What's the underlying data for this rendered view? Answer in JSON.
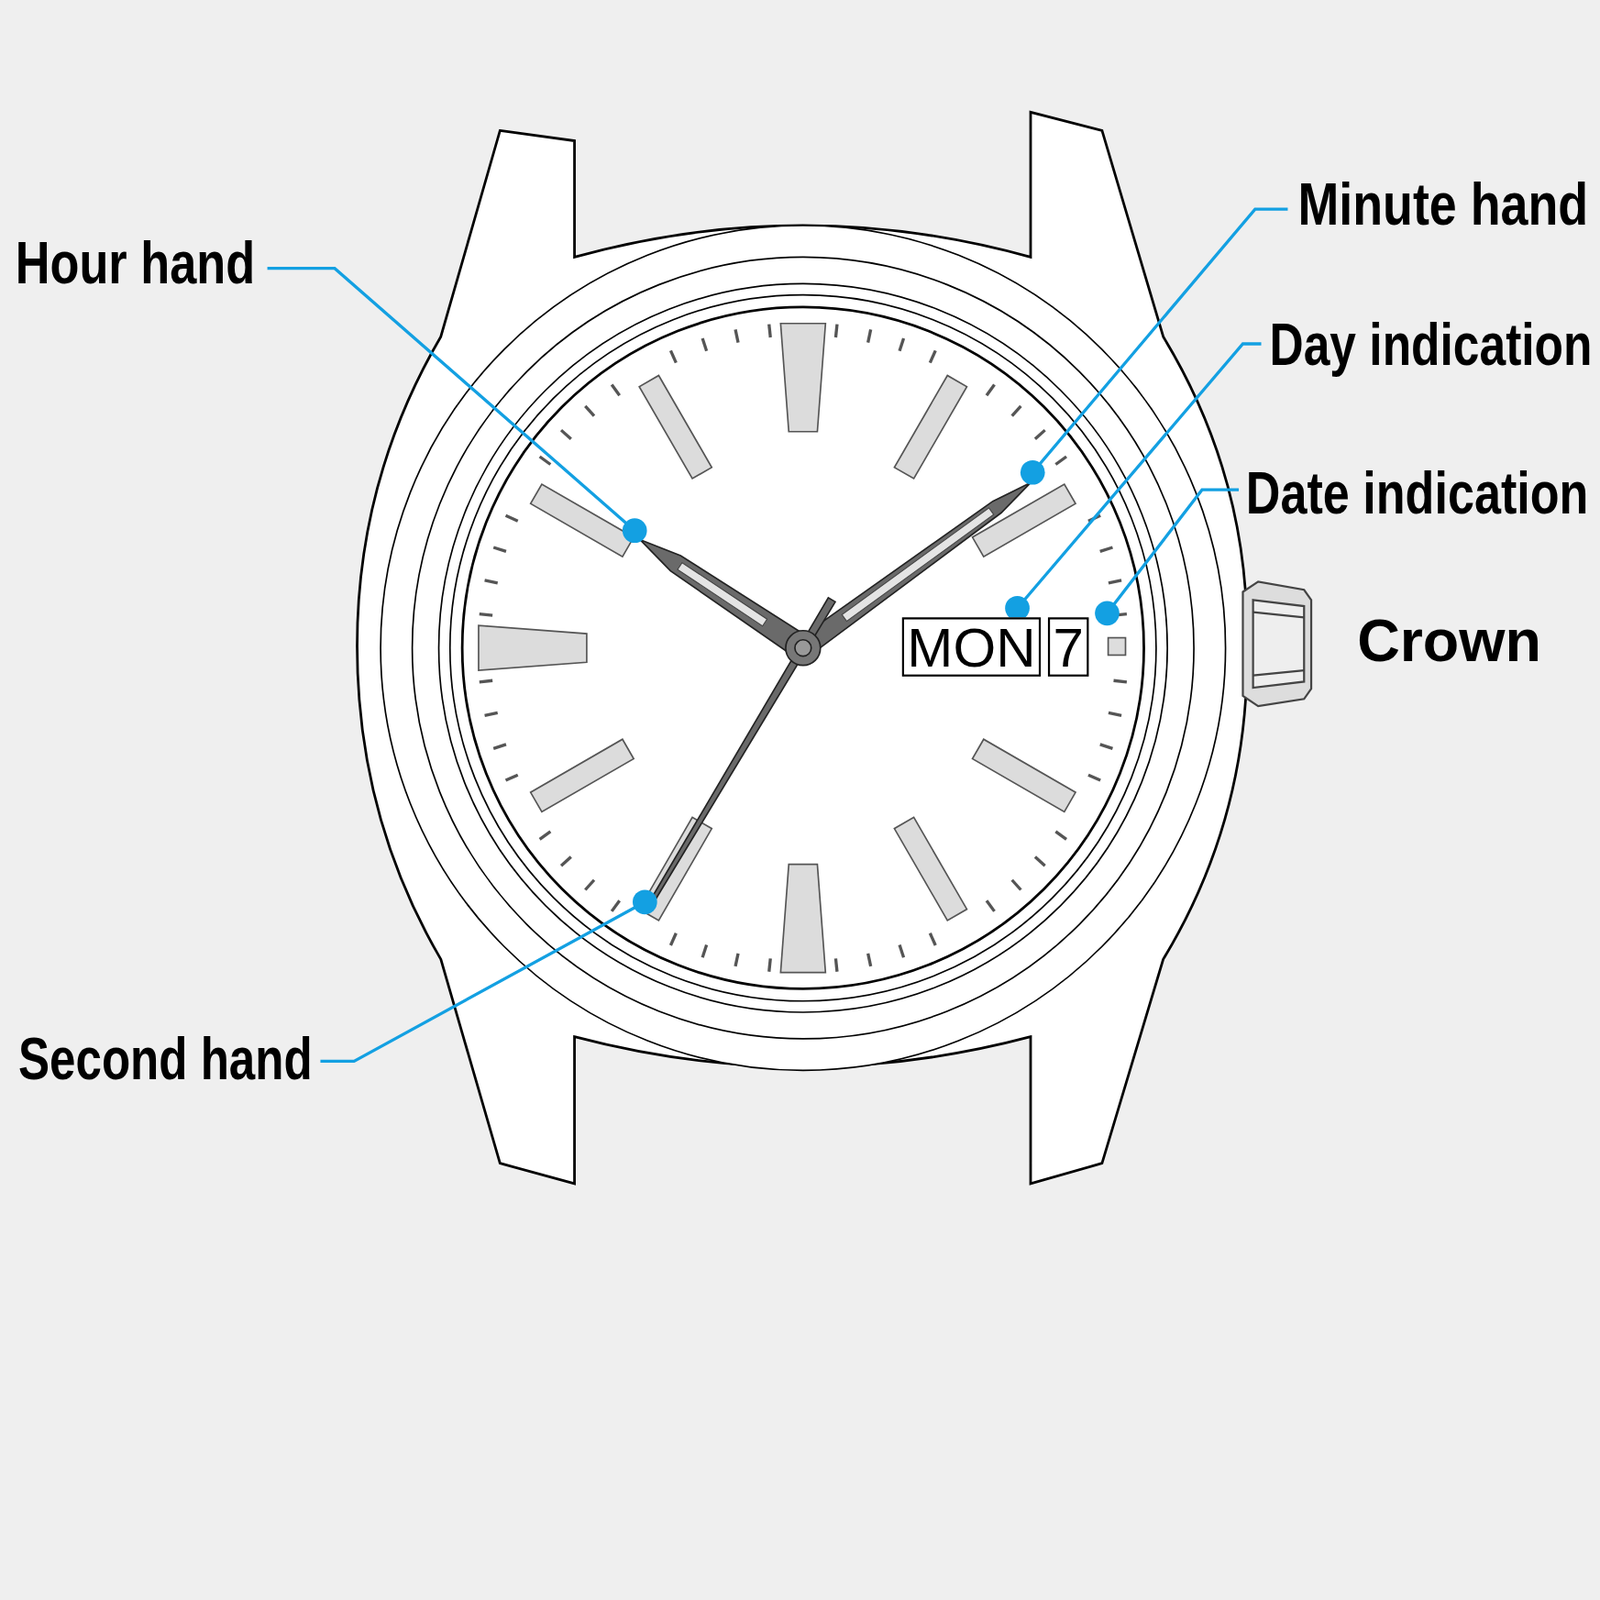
{
  "diagram": {
    "nodes": [
      {
        "text": [
          "MON"
        ]
      },
      {
        "text": [
          "7"
        ]
      }
    ],
    "labels": [
      "Hour hand",
      "Minute hand",
      "Day indication",
      "Date indication",
      "Crown",
      "Second hand"
    ]
  }
}
